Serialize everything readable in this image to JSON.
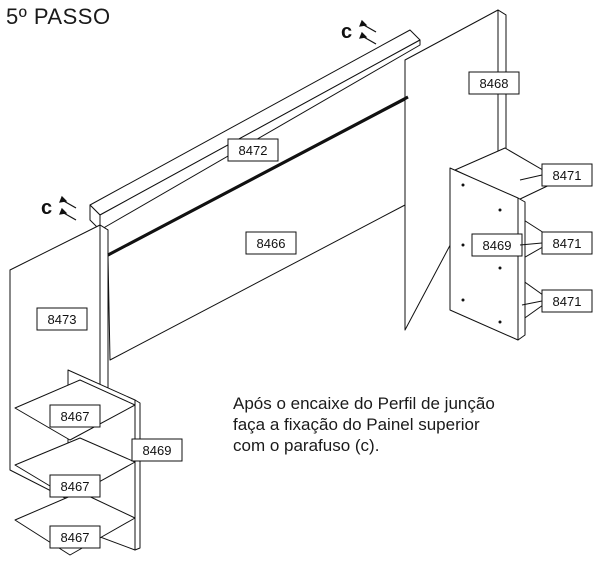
{
  "step_title": "5º PASSO",
  "instructions": [
    "Após o encaixe do Perfil de junção",
    "faça a fixação do Painel superior",
    "com o parafuso (c)."
  ],
  "screw_label": "c",
  "parts": {
    "top_panel": "8472",
    "back_panel": "8466",
    "right_side": "8468",
    "left_side": "8473",
    "right_divider": "8469",
    "left_divider": "8469",
    "right_shelf_1": "8471",
    "right_shelf_2": "8471",
    "right_shelf_3": "8471",
    "left_shelf_1": "8467",
    "left_shelf_2": "8467",
    "left_shelf_3": "8467"
  },
  "colors": {
    "line": "#111111",
    "background": "#ffffff"
  }
}
